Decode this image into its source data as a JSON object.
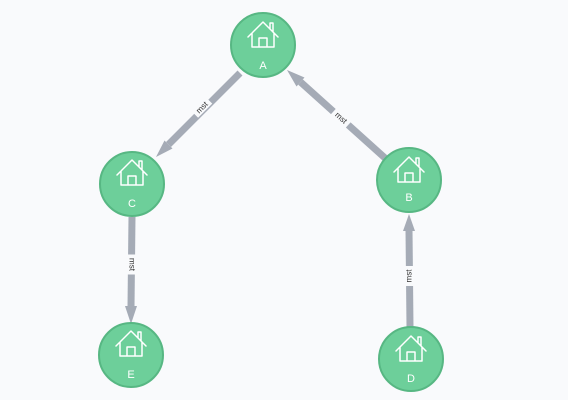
{
  "graph": {
    "node_color": "#6dcf9a",
    "node_border_color": "#57b783",
    "edge_color": "#a5abb6",
    "node_icon": "house-icon",
    "nodes": [
      {
        "id": "A",
        "label": "A"
      },
      {
        "id": "B",
        "label": "B"
      },
      {
        "id": "C",
        "label": "C"
      },
      {
        "id": "D",
        "label": "D"
      },
      {
        "id": "E",
        "label": "E"
      }
    ],
    "edges": [
      {
        "from": "A",
        "to": "C",
        "label": "mst"
      },
      {
        "from": "B",
        "to": "A",
        "label": "mst"
      },
      {
        "from": "C",
        "to": "E",
        "label": "mst"
      },
      {
        "from": "D",
        "to": "B",
        "label": "mst"
      }
    ]
  }
}
